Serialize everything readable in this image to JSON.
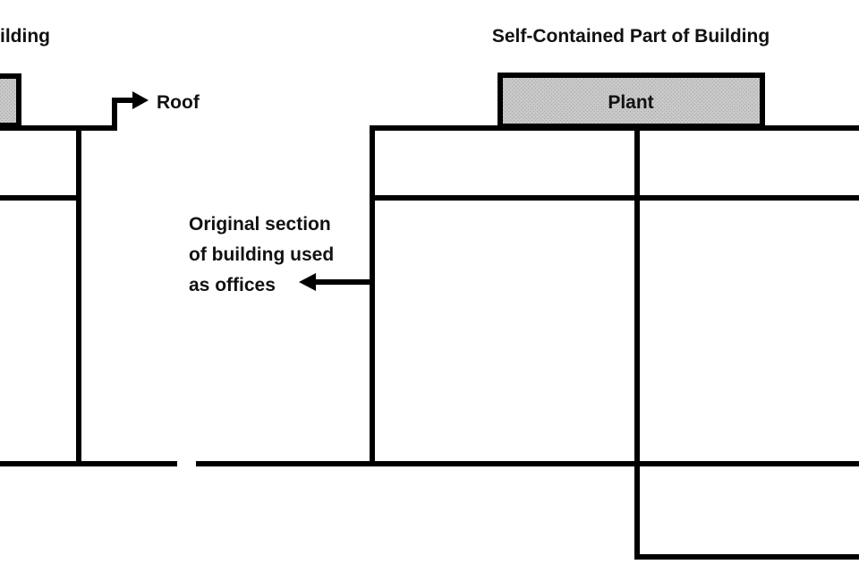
{
  "left_panel": {
    "title": "Building",
    "roof_label": "Roof"
  },
  "right_panel": {
    "title": "Self-Contained Part of Building",
    "plant_label": "Plant",
    "offices_label_lines": [
      "Original section",
      "of building used",
      "as offices"
    ]
  },
  "colors": {
    "line": "#000000",
    "plant_fill": "#c4c4c4"
  }
}
